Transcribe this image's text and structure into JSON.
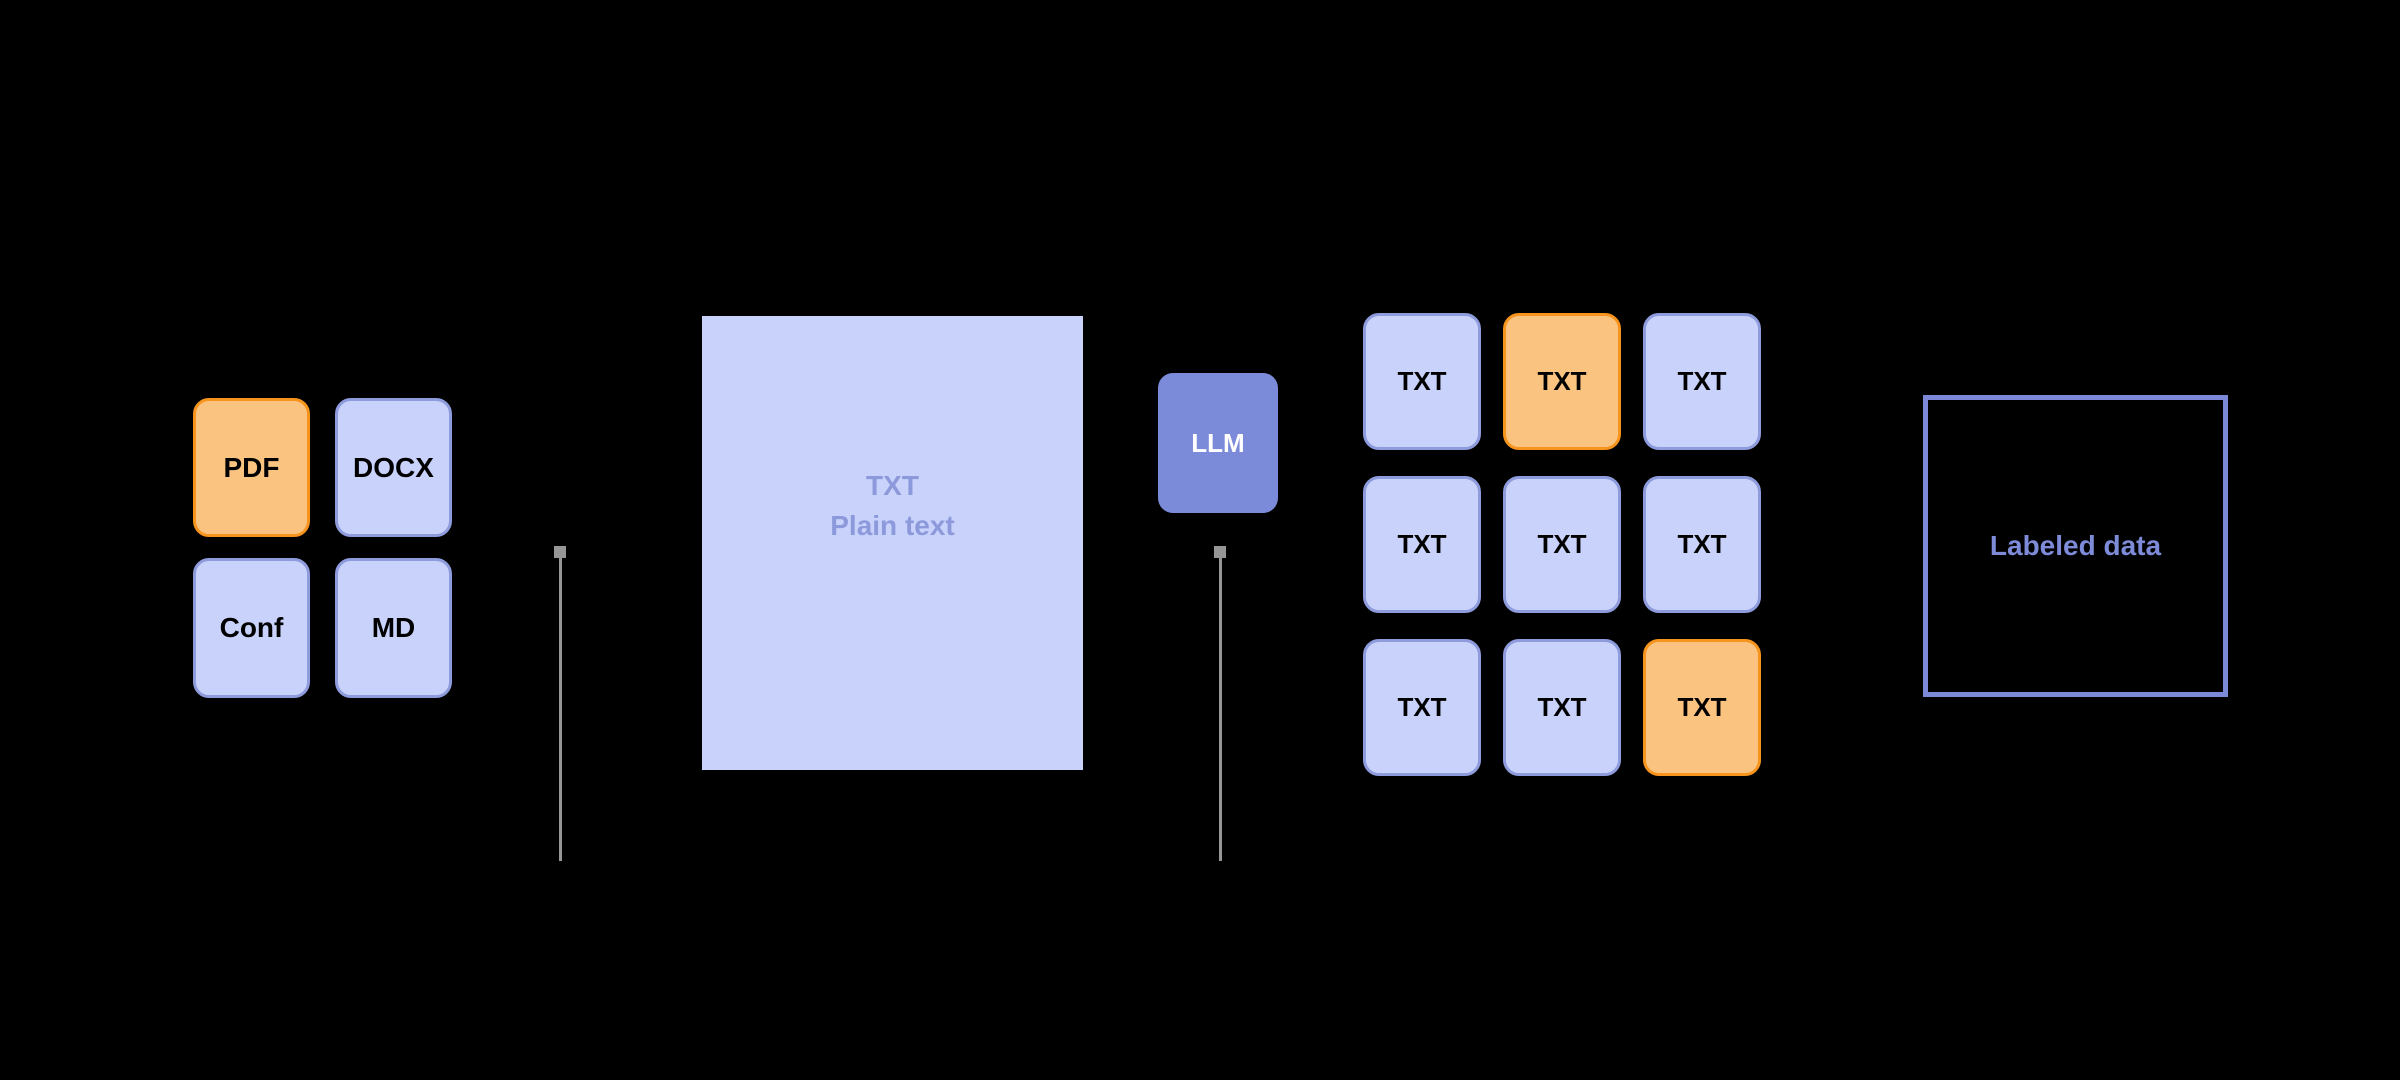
{
  "canvas": {
    "background": "#000000"
  },
  "palette": {
    "box_blue_fill": "#C9D2FA",
    "box_blue_border": "#8E9BDC",
    "box_orange_fill": "#FBC380",
    "box_orange_border": "#F7941D",
    "llm_fill": "#7C8BD9",
    "llm_text": "#FFFFFF",
    "plain_text_fill": "#C8D2FB",
    "plain_text_color": "#8C99DB",
    "labeled_border": "#7B89D8",
    "labeled_text": "#7D8BD9",
    "connector_gray": "#969696",
    "label_text": "#000000"
  },
  "docs": {
    "items": [
      {
        "label": "PDF",
        "variant": "orange"
      },
      {
        "label": "DOCX",
        "variant": "blue"
      },
      {
        "label": "Conf",
        "variant": "blue"
      },
      {
        "label": "MD",
        "variant": "blue"
      }
    ]
  },
  "plain_text_box": {
    "title": "TXT",
    "subtitle": "Plain text"
  },
  "llm": {
    "label": "LLM"
  },
  "grid": {
    "cells": [
      {
        "label": "TXT",
        "variant": "blue"
      },
      {
        "label": "TXT",
        "variant": "orange"
      },
      {
        "label": "TXT",
        "variant": "blue"
      },
      {
        "label": "TXT",
        "variant": "blue"
      },
      {
        "label": "TXT",
        "variant": "blue"
      },
      {
        "label": "TXT",
        "variant": "blue"
      },
      {
        "label": "TXT",
        "variant": "blue"
      },
      {
        "label": "TXT",
        "variant": "blue"
      },
      {
        "label": "TXT",
        "variant": "orange"
      }
    ]
  },
  "labeled_data": {
    "label": "Labeled data"
  }
}
